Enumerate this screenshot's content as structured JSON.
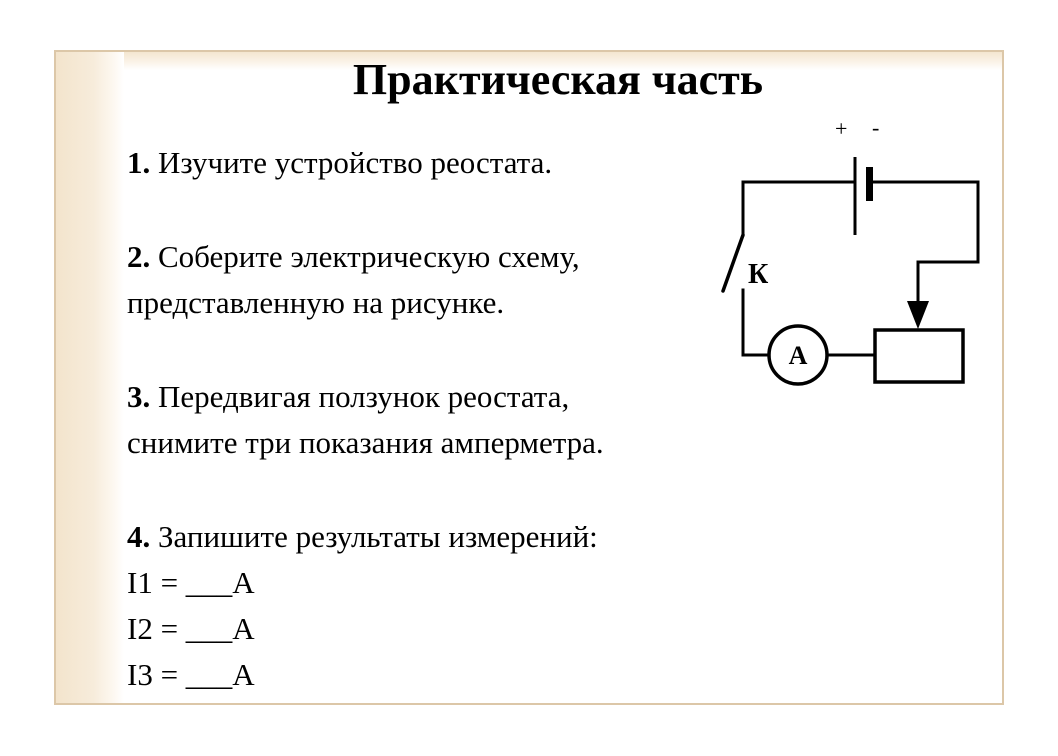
{
  "title": "Практическая часть",
  "tasks": [
    {
      "num": "1.",
      "text": " Изучите устройство реостата."
    },
    {
      "num": "2.",
      "text": " Соберите электрическую схему,",
      "text2": "представленную на рисунке."
    },
    {
      "num": "3.",
      "text": " Передвигая ползунок реостата,",
      "text2": "снимите три показания амперметра."
    },
    {
      "num": "4.",
      "text": " Запишите результаты измерений:"
    }
  ],
  "readings": [
    "I1 = ___A",
    "I2 = ___A",
    "I3 = ___A"
  ],
  "circuit": {
    "plus_label": "+",
    "minus_label": "-",
    "switch_label": "К",
    "ammeter_label": "A"
  },
  "colors": {
    "frame": "#dcc7a8",
    "accent": "#f3e4cc",
    "ink": "#000000"
  }
}
